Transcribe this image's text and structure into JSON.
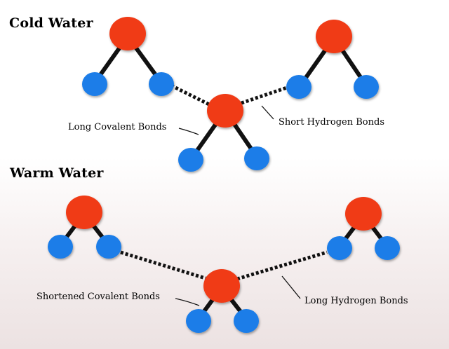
{
  "sections": {
    "cold": {
      "title": "Cold Water",
      "label_covalent": "Long Covalent Bonds",
      "label_hydrogen": "Short Hydrogen Bonds"
    },
    "warm": {
      "title": "Warm Water",
      "label_covalent": "Shortened Covalent Bonds",
      "label_hydrogen": "Long Hydrogen Bonds"
    }
  },
  "colors": {
    "oxygen": "#f03a17",
    "hydrogen": "#1a7de8",
    "bond": "#111111"
  }
}
